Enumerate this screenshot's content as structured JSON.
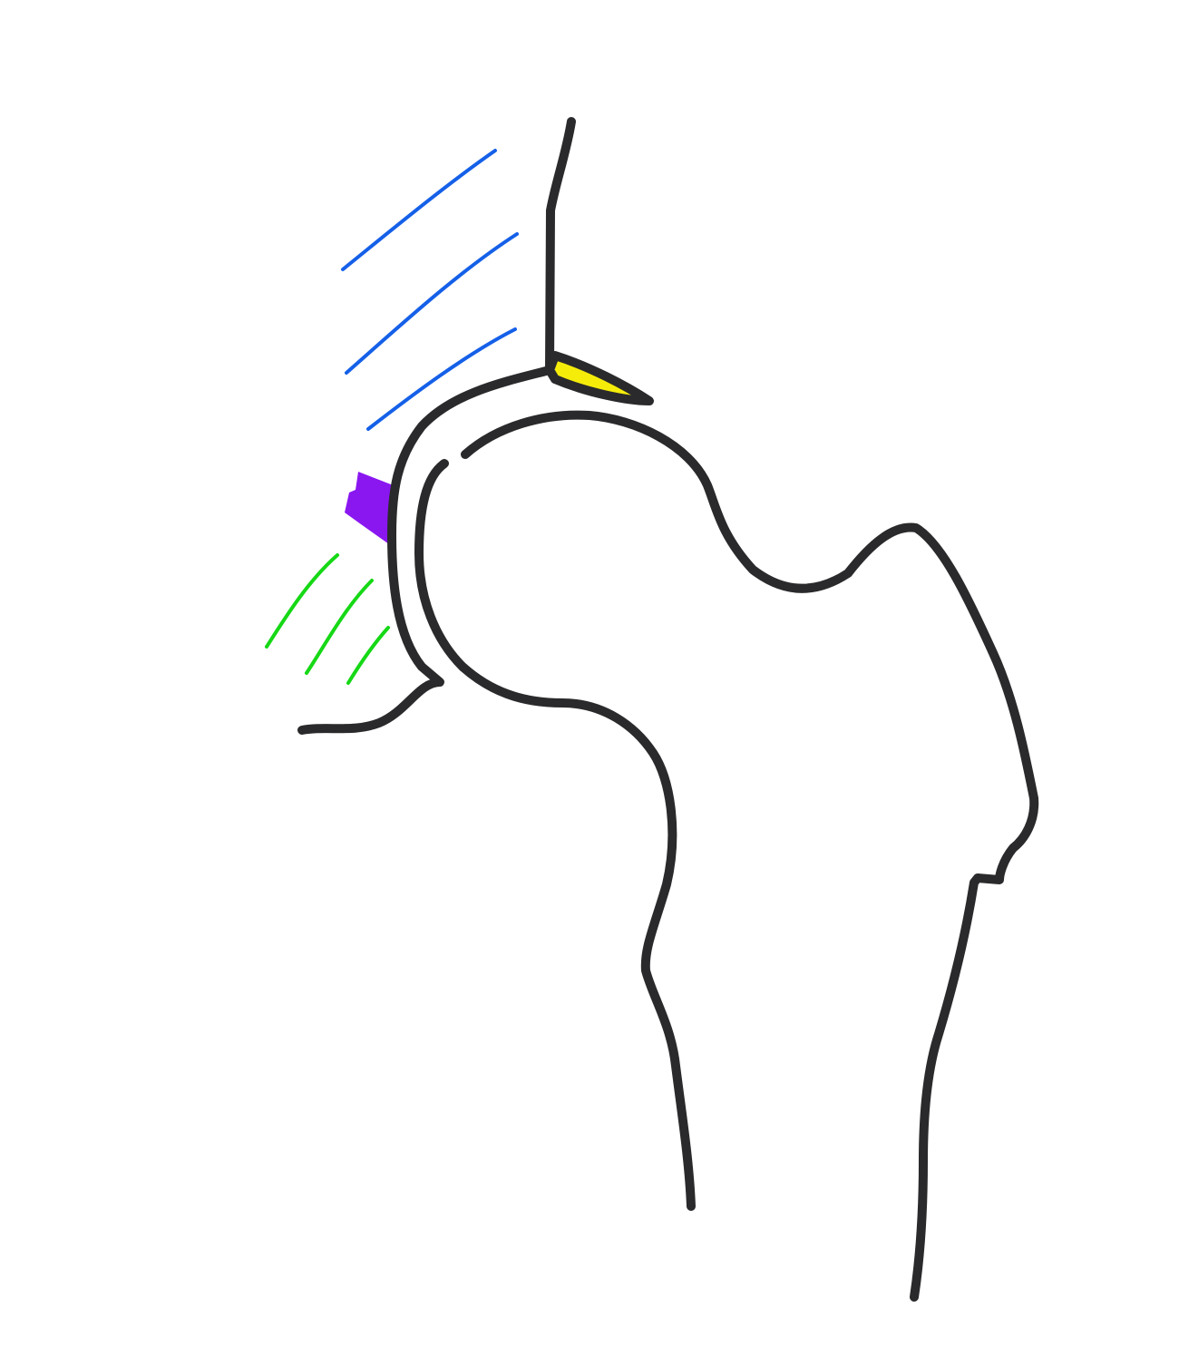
{
  "diagram": {
    "colors": {
      "background": "#ffffff",
      "bone_outline": "#2a2a2c",
      "acetabular_hatching": "#1560e8",
      "lateral_wedge": "#f5ec0a",
      "labrum_marker": "#8a17f0",
      "inferior_hatching": "#16d816"
    },
    "elements": [
      {
        "id": "pelvic-wall",
        "kind": "outline",
        "color_key": "bone_outline"
      },
      {
        "id": "acetabular-roof",
        "kind": "outline",
        "color_key": "bone_outline"
      },
      {
        "id": "femur-outline",
        "kind": "outline",
        "color_key": "bone_outline"
      },
      {
        "id": "lateral-wedge",
        "kind": "filled-region",
        "color_key": "lateral_wedge"
      },
      {
        "id": "labrum-marker",
        "kind": "filled-region",
        "color_key": "labrum_marker"
      },
      {
        "id": "acetabular-hatching",
        "kind": "hatch-lines",
        "count": 3,
        "color_key": "acetabular_hatching"
      },
      {
        "id": "inferior-hatching",
        "kind": "hatch-lines",
        "count": 3,
        "color_key": "inferior_hatching"
      }
    ]
  }
}
